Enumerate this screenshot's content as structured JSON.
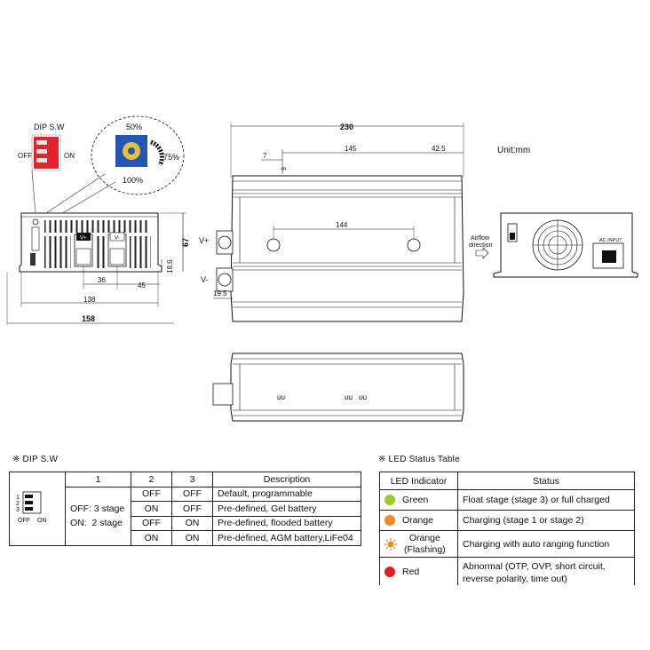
{
  "drawing": {
    "unit": "Unit:mm",
    "dip_label": "DIP S.W",
    "dip_off": "OFF",
    "dip_on": "ON",
    "pot_50": "50%",
    "pot_75": "75%",
    "pot_100": "100%",
    "front_vplus": "V+",
    "front_vminus": "V-",
    "side_vplus": "V+",
    "side_vminus": "V-",
    "dim_230": "230",
    "dim_145": "145",
    "dim_42_5": "42.5",
    "dim_7": "7",
    "dim_144": "144",
    "dim_19_5": "19.5",
    "dim_67": "67",
    "dim_18_6": "18.6",
    "dim_36": "36",
    "dim_45": "45",
    "dim_138": "138",
    "dim_158": "158",
    "airflow": "Airflow",
    "direction": "direction",
    "ac_input": "AC INPUT"
  },
  "dip_section": {
    "title": "※ DIP S.W",
    "headers": [
      "1",
      "2",
      "3",
      "Description"
    ],
    "switch_numbers": [
      "1",
      "2",
      "3"
    ],
    "switch_off": "OFF",
    "switch_on": "ON",
    "col1_line1": "OFF: 3 stage",
    "col1_line2": "ON:  2 stage",
    "rows": [
      [
        "OFF",
        "OFF",
        "Default, programmable"
      ],
      [
        "ON",
        "OFF",
        "Pre-defined, Gel battery"
      ],
      [
        "OFF",
        "ON",
        "Pre-defined, flooded battery"
      ],
      [
        "ON",
        "ON",
        "Pre-defined, AGM battery,LiFe04"
      ]
    ]
  },
  "led_section": {
    "title": "※ LED Status Table",
    "headers": [
      "LED Indicator",
      "Status"
    ],
    "rows": [
      {
        "led": "Green",
        "color": "#9ccc2a",
        "status": "Float stage (stage 3) or full charged"
      },
      {
        "led": "Orange",
        "color": "#f08a24",
        "status": "Charging (stage 1 or stage 2)"
      },
      {
        "led": "Orange\n(Flashing)",
        "color": "#f08a24",
        "status": "Charging with auto ranging function"
      },
      {
        "led": "Red",
        "color": "#e0201a",
        "status": "Abnormal (OTP, OVP, short circuit,\nreverse polarity, time out)"
      }
    ]
  }
}
